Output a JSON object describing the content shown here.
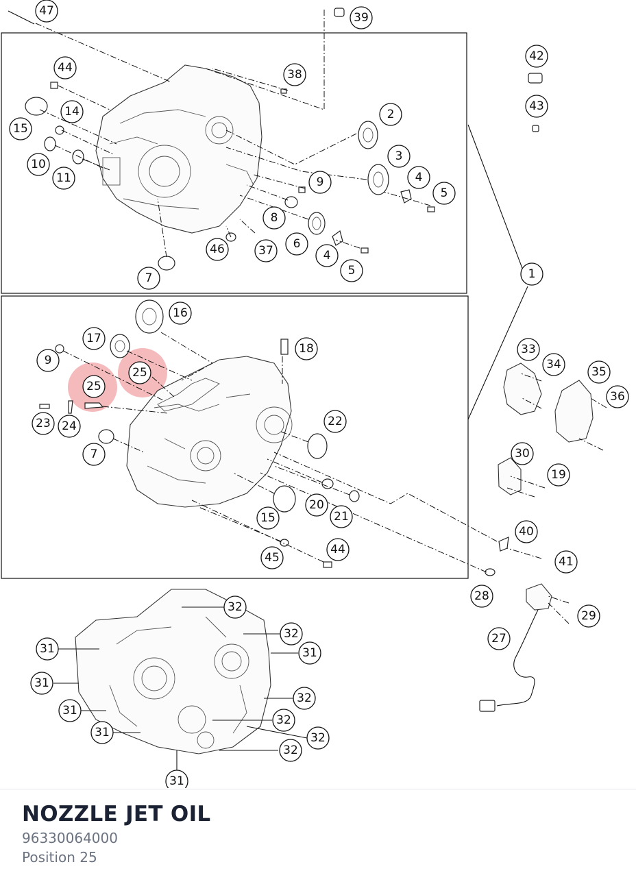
{
  "part": {
    "title": "NOZZLE JET OIL",
    "number": "96330064000",
    "position_label": "Position 25"
  },
  "diagram": {
    "highlight_color": "#e8666a",
    "highlighted_position": "25",
    "callouts": [
      "47",
      "39",
      "44",
      "38",
      "42",
      "43",
      "14",
      "15",
      "10",
      "11",
      "2",
      "3",
      "4",
      "5",
      "9",
      "8",
      "6",
      "4",
      "5",
      "46",
      "37",
      "7",
      "1",
      "16",
      "17",
      "18",
      "25",
      "25",
      "9",
      "23",
      "24",
      "7",
      "22",
      "15",
      "20",
      "21",
      "45",
      "44",
      "33",
      "34",
      "35",
      "36",
      "30",
      "19",
      "40",
      "41",
      "28",
      "29",
      "27",
      "32",
      "32",
      "31",
      "31",
      "31",
      "32",
      "31",
      "32",
      "31",
      "32",
      "32",
      "31"
    ]
  }
}
